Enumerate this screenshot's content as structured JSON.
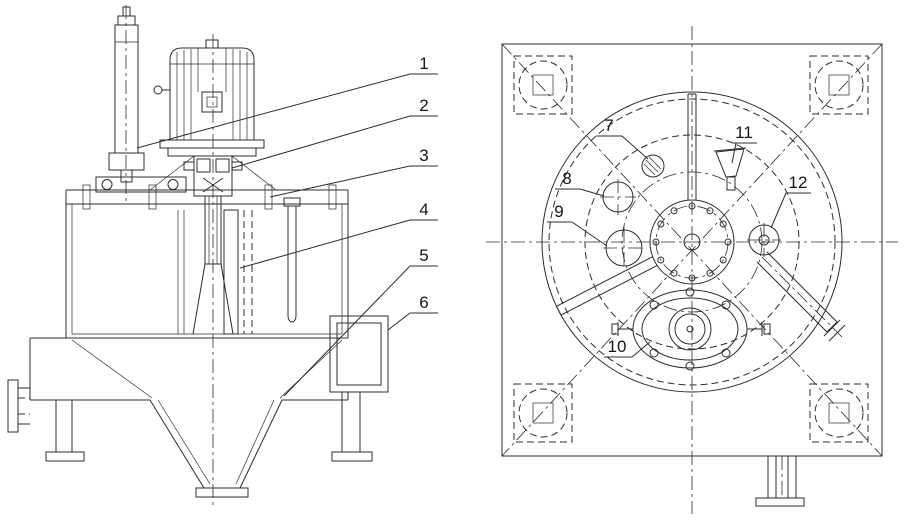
{
  "colors": {
    "background": "#ffffff",
    "ink": "#2d2d2d"
  },
  "side_view": {
    "callouts": [
      "1",
      "2",
      "3",
      "4",
      "5",
      "6"
    ]
  },
  "plan_view": {
    "callouts": [
      "7",
      "8",
      "9",
      "10",
      "11",
      "12"
    ]
  }
}
